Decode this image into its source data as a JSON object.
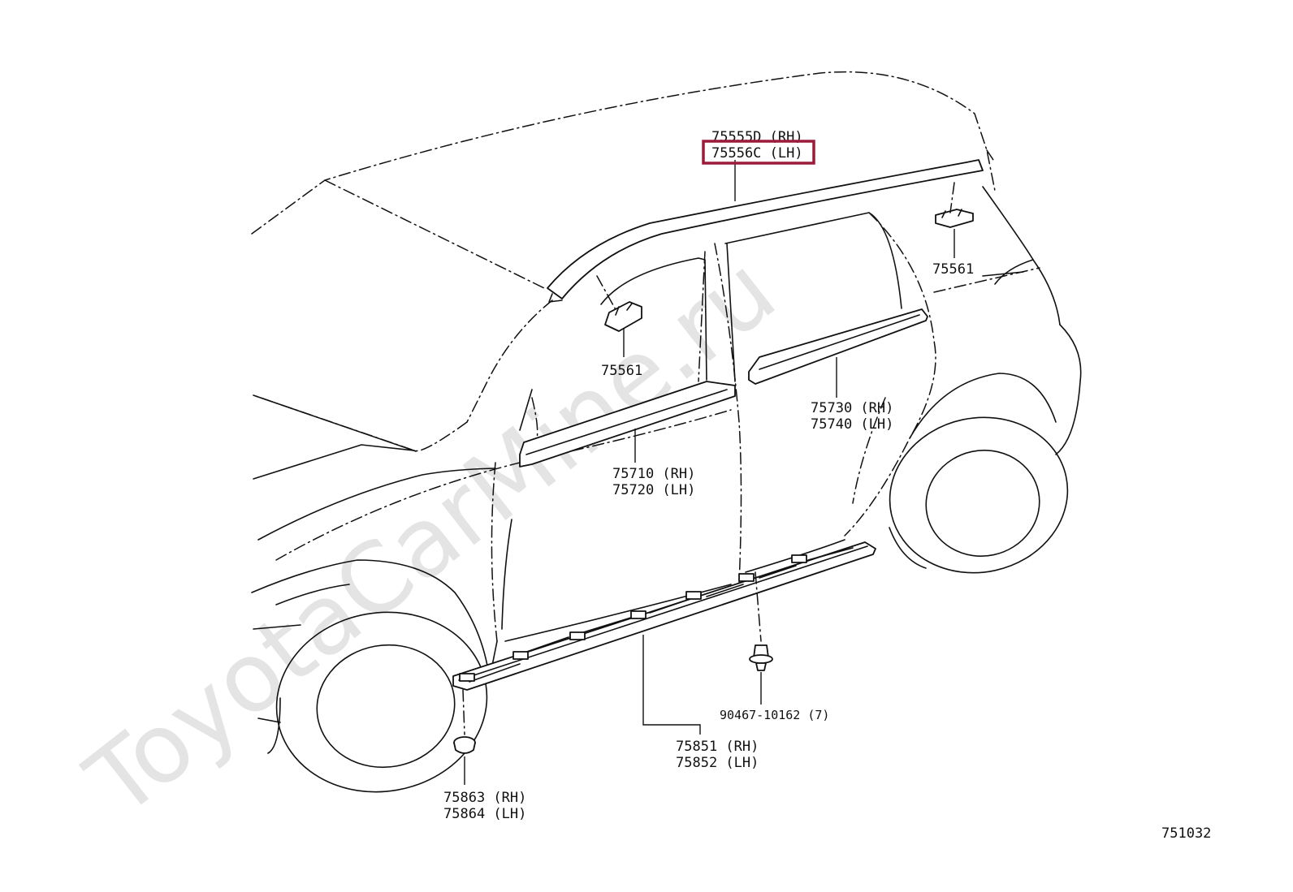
{
  "watermark": "ToyotaCarMine.ru",
  "diagram_id": "751032",
  "labels": {
    "roof_rh": "75555D (RH)",
    "roof_lh": "75556C (LH)",
    "clip_right": "75561",
    "clip_left": "75561",
    "rear_belt_rh": "75730 (RH)",
    "rear_belt_lh": "75740 (LH)",
    "front_belt_rh": "75710 (RH)",
    "front_belt_lh": "75720 (LH)",
    "fastener": "90467-10162 (7)",
    "rocker_rh": "75851 (RH)",
    "rocker_lh": "75852 (LH)",
    "nut_rh": "75863 (RH)",
    "nut_lh": "75864 (LH)"
  },
  "highlight_color": "#9b1b3a"
}
